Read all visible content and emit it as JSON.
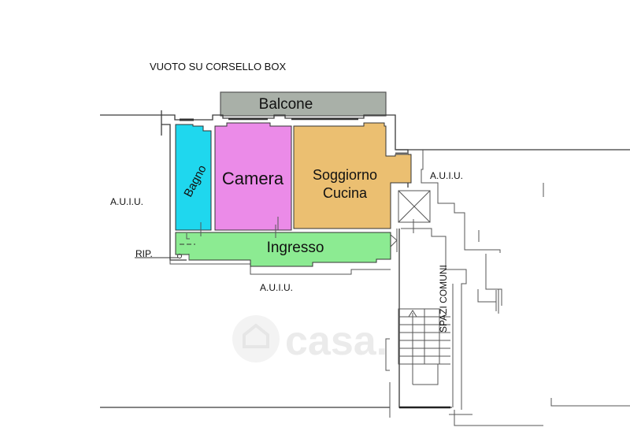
{
  "title": "VUOTO SU CORSELLO BOX",
  "rooms": {
    "balcone": {
      "label": "Balcone",
      "color": "#a9b0a8"
    },
    "bagno": {
      "label": "Bagno",
      "color": "#1fd7ee"
    },
    "camera": {
      "label": "Camera",
      "color": "#eb8be8"
    },
    "soggiorno": {
      "line1": "Soggiorno",
      "line2": "Cucina",
      "color": "#ebbf71"
    },
    "ingresso": {
      "label": "Ingresso",
      "color": "#8ceb92"
    }
  },
  "annotations": {
    "auiu_left": "A.U.I.U.",
    "auiu_right": "A.U.I.U.",
    "auiu_bottom": "A.U.I.U.",
    "rip": "RIP.",
    "spazi_comuni": "SPAZI COMUNI"
  },
  "watermark": {
    "text": "casa.it",
    "visible": "casa."
  }
}
